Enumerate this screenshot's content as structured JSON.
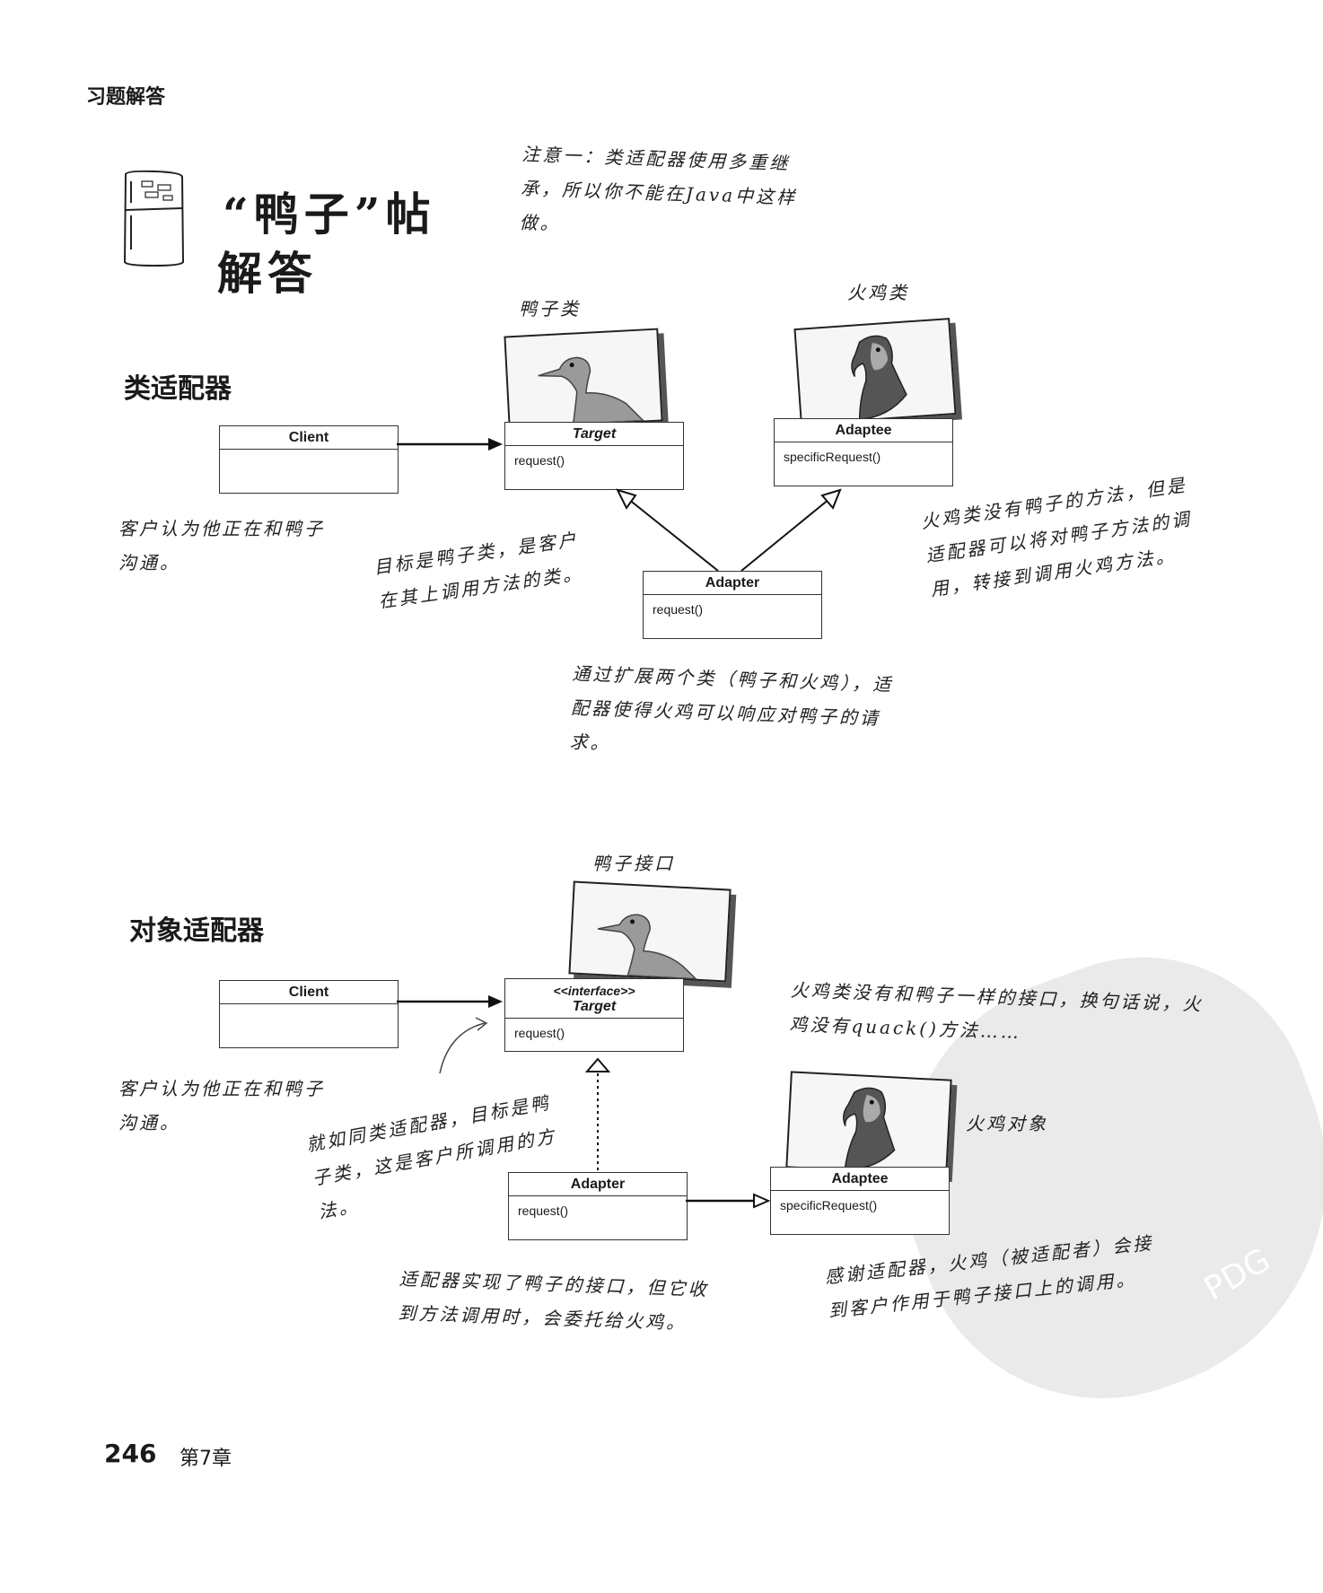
{
  "header": {
    "section": "习题解答"
  },
  "title": {
    "line1": "“鸭子”帖",
    "line2": "解答"
  },
  "top_note": "注意一：类适配器使用多重继承，所以你不能在Java中这样做。",
  "class_adapter": {
    "heading": "类适配器",
    "duck_label": "鸭子类",
    "turkey_label": "火鸡类",
    "client": {
      "name": "Client"
    },
    "target": {
      "name": "Target",
      "op": "request()"
    },
    "adaptee": {
      "name": "Adaptee",
      "op": "specificRequest()"
    },
    "adapter": {
      "name": "Adapter",
      "op": "request()"
    },
    "note_client": "客户认为他正在和鸭子沟通。",
    "note_target": "目标是鸭子类，是客户在其上调用方法的类。",
    "note_adaptee": "火鸡类没有鸭子的方法，但是适配器可以将对鸭子方法的调用，转接到调用火鸡方法。",
    "note_adapter": "通过扩展两个类（鸭子和火鸡），适配器使得火鸡可以响应对鸭子的请求。"
  },
  "object_adapter": {
    "heading": "对象适配器",
    "duck_label": "鸭子接口",
    "turkey_label": "火鸡对象",
    "client": {
      "name": "Client"
    },
    "target": {
      "stereotype": "<<interface>>",
      "name": "Target",
      "op": "request()"
    },
    "adaptee": {
      "name": "Adaptee",
      "op": "specificRequest()"
    },
    "adapter": {
      "name": "Adapter",
      "op": "request()"
    },
    "note_client": "客户认为他正在和鸭子沟通。",
    "note_target": "就如同类适配器，目标是鸭子类，这是客户所调用的方法。",
    "note_turkey": "火鸡类没有和鸭子一样的接口，换句话说，火鸡没有quack()方法……",
    "note_adapter": "适配器实现了鸭子的接口，但它收到方法调用时，会委托给火鸡。",
    "note_adaptee": "感谢适配器，火鸡（被适配者）会接到客户作用于鸭子接口上的调用。"
  },
  "footer": {
    "page": "246",
    "chapter": "第7章"
  },
  "watermark": "PDG"
}
